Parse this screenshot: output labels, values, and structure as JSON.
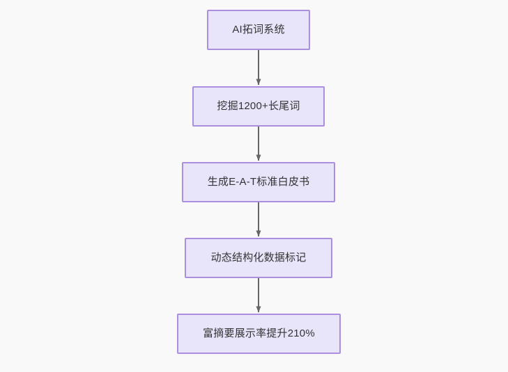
{
  "diagram": {
    "type": "flowchart",
    "direction": "top-to-bottom",
    "background_color": "#f9f9f9",
    "node_fill_color": "#e8e5fb",
    "node_border_color": "#a98fdd",
    "node_text_color": "#333333",
    "edge_color": "#666666",
    "nodes": [
      {
        "id": "n1",
        "label": "AI拓词系统"
      },
      {
        "id": "n2",
        "label": "挖掘1200+长尾词"
      },
      {
        "id": "n3",
        "label": "生成E-A-T标准白皮书"
      },
      {
        "id": "n4",
        "label": "动态结构化数据标记"
      },
      {
        "id": "n5",
        "label": "富摘要展示率提升210%"
      }
    ],
    "edges": [
      {
        "from": "n1",
        "to": "n2",
        "label": ""
      },
      {
        "from": "n2",
        "to": "n3",
        "label": ""
      },
      {
        "from": "n3",
        "to": "n4",
        "label": ""
      },
      {
        "from": "n4",
        "to": "n5",
        "label": ""
      }
    ]
  }
}
